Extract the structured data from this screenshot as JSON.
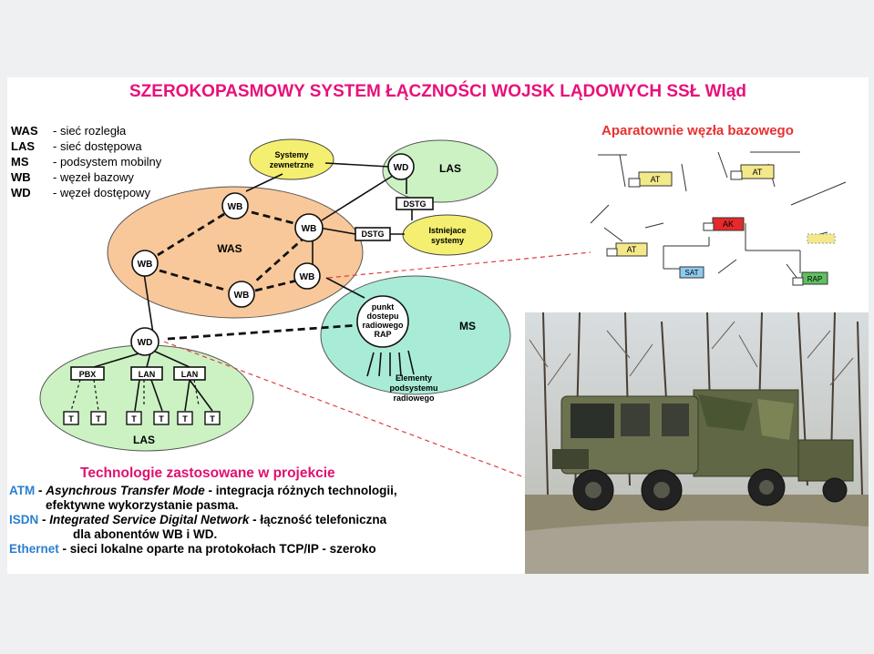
{
  "title": "SZEROKOPASMOWY SYSTEM ŁĄCZNOŚCI WOJSK LĄDOWYCH SSŁ Wląd",
  "legend": [
    {
      "abbr": "WAS",
      "desc": "- sieć rozległa"
    },
    {
      "abbr": "LAS",
      "desc": "- sieć dostępowa"
    },
    {
      "abbr": "MS",
      "desc": "- podsystem mobilny"
    },
    {
      "abbr": "WB",
      "desc": "- węzeł bazowy"
    },
    {
      "abbr": "WD",
      "desc": "- węzeł dostępowy"
    }
  ],
  "diagram": {
    "was_label": "WAS",
    "las_top_label": "LAS",
    "las_bottom_label": "LAS",
    "ms_label": "MS",
    "wd_label": "WD",
    "wb_label": "WB",
    "dstg_label": "DSTG",
    "pbx_label": "PBX",
    "lan_label": "LAN",
    "t_label": "T",
    "systemy_line1": "Systemy",
    "systemy_line2": "zewnetrzne",
    "istniejace_line1": "Istniejace",
    "istniejace_line2": "systemy",
    "rap_line1": "punkt",
    "rap_line2": "dostepu",
    "rap_line3": "radiowego",
    "rap_line4": "RAP",
    "elementy_line1": "Elementy",
    "elementy_line2": "podsystemu",
    "elementy_line3": "radiowego"
  },
  "aparatownie": {
    "title": "Aparatownie węzła bazowego",
    "at_label": "AT",
    "ak_label": "AK",
    "sat_label": "SAT",
    "rap_label": "RAP"
  },
  "tech": {
    "title": "Technologie zastosowane w projekcie",
    "atm_abbr": "ATM",
    "atm_dash": " - ",
    "atm_italic": "Asynchrous Transfer Mode",
    "atm_rest": " - integracja różnych technologii,",
    "atm_cont": "efektywne wykorzystanie pasma.",
    "isdn_abbr": "ISDN",
    "isdn_dash": " - ",
    "isdn_italic": "Integrated Service Digital Network",
    "isdn_rest": " - łączność telefoniczna",
    "isdn_cont": "dla abonentów WB i WD.",
    "eth_abbr": "Ethernet",
    "eth_rest": " - sieci lokalne oparte na protokołach TCP/IP - szeroko"
  },
  "colors": {
    "title": "#e8107a",
    "was_fill": "#f8c89a",
    "las_fill": "#ccf2c4",
    "ms_fill": "#a8ecd8",
    "cloud_fill": "#f4ef70",
    "red_dash": "#e04040",
    "tech_abbr": "#2a7fd0"
  }
}
